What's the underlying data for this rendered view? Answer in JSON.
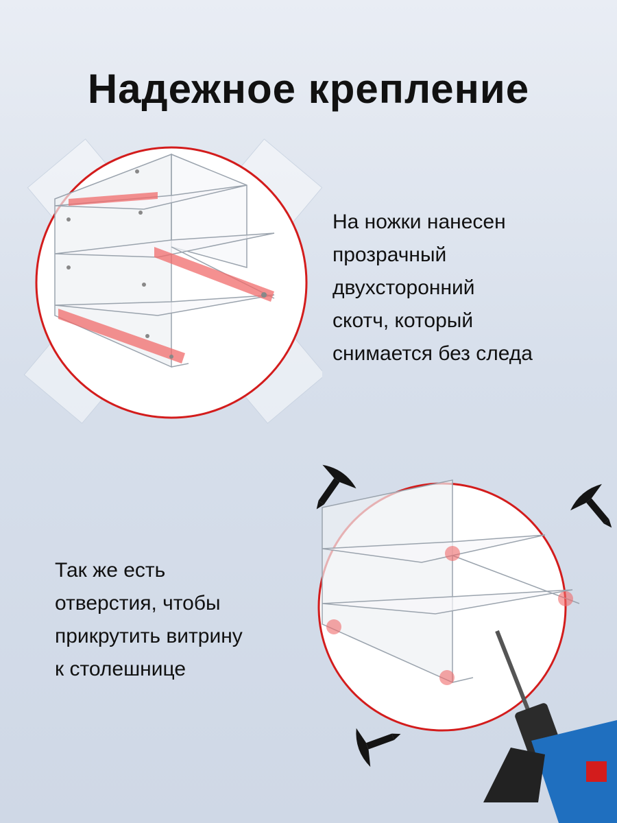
{
  "title": "Надежное крепление",
  "section1": {
    "caption_lines": [
      "На ножки нанесен",
      "прозрачный",
      "двухсторонний",
      "скотч, который",
      "снимается без следа"
    ]
  },
  "section2": {
    "caption_lines": [
      "Так же есть",
      "отверстия, чтобы",
      "прикрутить витрину",
      "к столешнице"
    ]
  },
  "colors": {
    "ring": "#d31c1c",
    "tape_highlight": "#f06b6b",
    "background": "#dde3ed",
    "drill_body": "#1f6fbf"
  },
  "icons": [
    "tape-icon",
    "screw-icon",
    "drill-icon"
  ]
}
